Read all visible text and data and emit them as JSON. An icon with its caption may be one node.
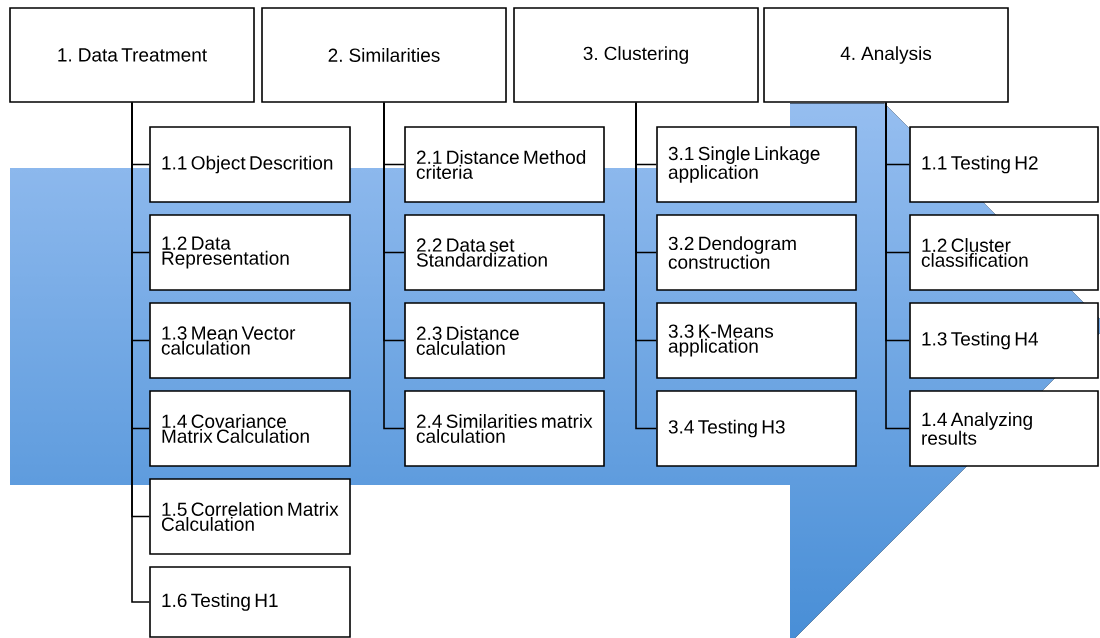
{
  "diagram": {
    "nodes": [
      {
        "text": [
          "1. Data Treatment"
        ]
      },
      {
        "text": [
          "2. Similarities"
        ]
      },
      {
        "text": [
          "3. Clustering"
        ]
      },
      {
        "text": [
          "4. Analysis"
        ]
      },
      {
        "text": [
          "1.1 Object Descrition"
        ]
      },
      {
        "text": [
          "1.2 Data Representation"
        ]
      },
      {
        "text": [
          "1.3 Mean Vector calculation"
        ]
      },
      {
        "text": [
          "1.4 Covariance Matrix Calculation"
        ]
      },
      {
        "text": [
          "1.5 Correlation Matrix Calculation"
        ]
      },
      {
        "text": [
          "1.6 Testing H1"
        ]
      },
      {
        "text": [
          "2.1 Distance Method criteria"
        ]
      },
      {
        "text": [
          "2.2 Data set Standardization"
        ]
      },
      {
        "text": [
          "2.3 Distance calculation"
        ]
      },
      {
        "text": [
          "2.4 Similarities matrix calculation"
        ]
      },
      {
        "text": [
          "3.1 Single Linkage application"
        ]
      },
      {
        "text": [
          "3.2 Dendogram construction"
        ]
      },
      {
        "text": [
          "3.3 K-Means application"
        ]
      },
      {
        "text": [
          "3.4 Testing H3"
        ]
      },
      {
        "text": [
          "1.1 Testing H2"
        ]
      },
      {
        "text": [
          "1.2 Cluster classification"
        ]
      },
      {
        "text": [
          "1.3 Testing H4"
        ]
      },
      {
        "text": [
          "1.4 Analyzing results"
        ]
      }
    ],
    "edges": [
      {
        "from": 0,
        "to": 4,
        "arrow": "none"
      },
      {
        "from": 0,
        "to": 5,
        "arrow": "none"
      },
      {
        "from": 0,
        "to": 6,
        "arrow": "none"
      },
      {
        "from": 0,
        "to": 7,
        "arrow": "none"
      },
      {
        "from": 0,
        "to": 8,
        "arrow": "none"
      },
      {
        "from": 0,
        "to": 9,
        "arrow": "none"
      },
      {
        "from": 1,
        "to": 10,
        "arrow": "none"
      },
      {
        "from": 1,
        "to": 11,
        "arrow": "none"
      },
      {
        "from": 1,
        "to": 12,
        "arrow": "none"
      },
      {
        "from": 1,
        "to": 13,
        "arrow": "none"
      },
      {
        "from": 2,
        "to": 14,
        "arrow": "none"
      },
      {
        "from": 2,
        "to": 15,
        "arrow": "none"
      },
      {
        "from": 2,
        "to": 16,
        "arrow": "none"
      },
      {
        "from": 2,
        "to": 17,
        "arrow": "none"
      },
      {
        "from": 3,
        "to": 18,
        "arrow": "none"
      },
      {
        "from": 3,
        "to": 19,
        "arrow": "none"
      },
      {
        "from": 3,
        "to": 20,
        "arrow": "none"
      },
      {
        "from": 3,
        "to": 21,
        "arrow": "none"
      }
    ]
  }
}
